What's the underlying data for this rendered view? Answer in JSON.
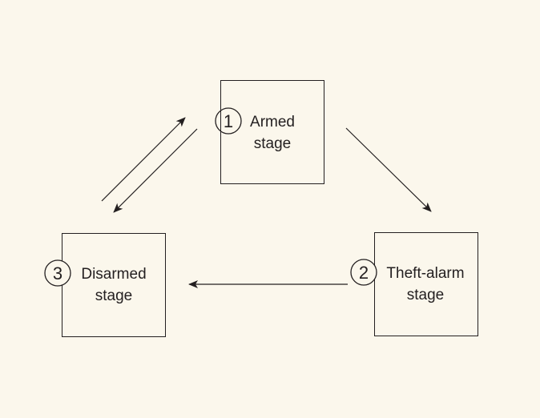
{
  "diagram": {
    "background": "#fbf7ec",
    "stroke_color": "#231f20",
    "stages": [
      {
        "id": "armed",
        "number": "1",
        "line1": "Armed",
        "line2": "stage"
      },
      {
        "id": "theft-alarm",
        "number": "2",
        "line1": "Theft-alarm",
        "line2": "stage"
      },
      {
        "id": "disarmed",
        "number": "3",
        "line1": "Disarmed",
        "line2": "stage"
      }
    ],
    "transitions": [
      {
        "from": "armed",
        "to": "theft-alarm"
      },
      {
        "from": "theft-alarm",
        "to": "disarmed"
      },
      {
        "from": "disarmed",
        "to": "armed"
      },
      {
        "from": "armed",
        "to": "disarmed"
      }
    ]
  }
}
